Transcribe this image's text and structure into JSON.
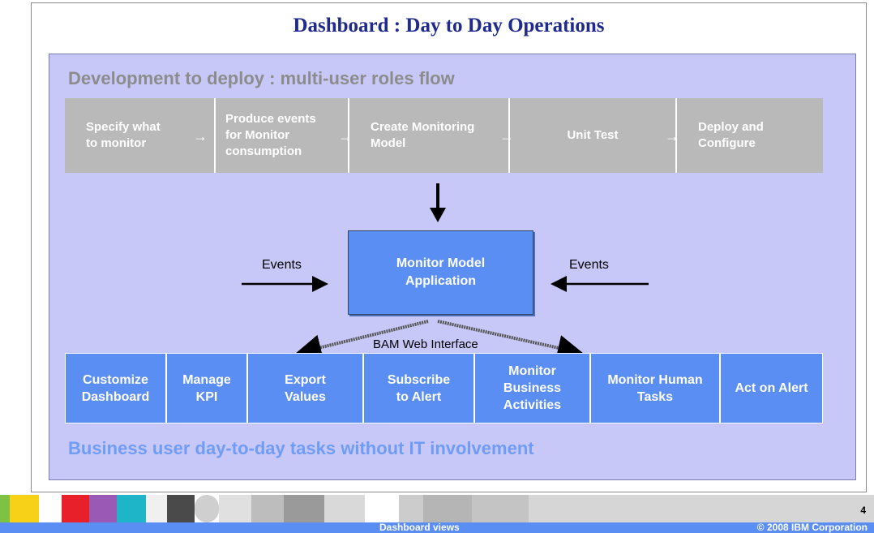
{
  "title": "Dashboard : Day to Day Operations",
  "development_heading": "Development to deploy : multi-user roles flow",
  "process_steps": [
    "Specify what\nto monitor",
    "Produce events\nfor Monitor\nconsumption",
    "Create Monitoring\nModel",
    "Unit Test",
    "Deploy and\nConfigure"
  ],
  "central_box": "Monitor Model\nApplication",
  "events_left": "Events",
  "events_right": "Events",
  "interface_label": "BAM Web Interface",
  "tasks": [
    "Customize\nDashboard",
    "Manage\nKPI",
    "Export\nValues",
    "Subscribe\nto Alert",
    "Monitor\nBusiness\nActivities",
    "Monitor Human\nTasks",
    "Act on Alert"
  ],
  "business_heading": "Business user day-to-day tasks without IT involvement",
  "footer": {
    "title": "Dashboard views",
    "copyright": "© 2008 IBM Corporation",
    "page_number": "4"
  }
}
